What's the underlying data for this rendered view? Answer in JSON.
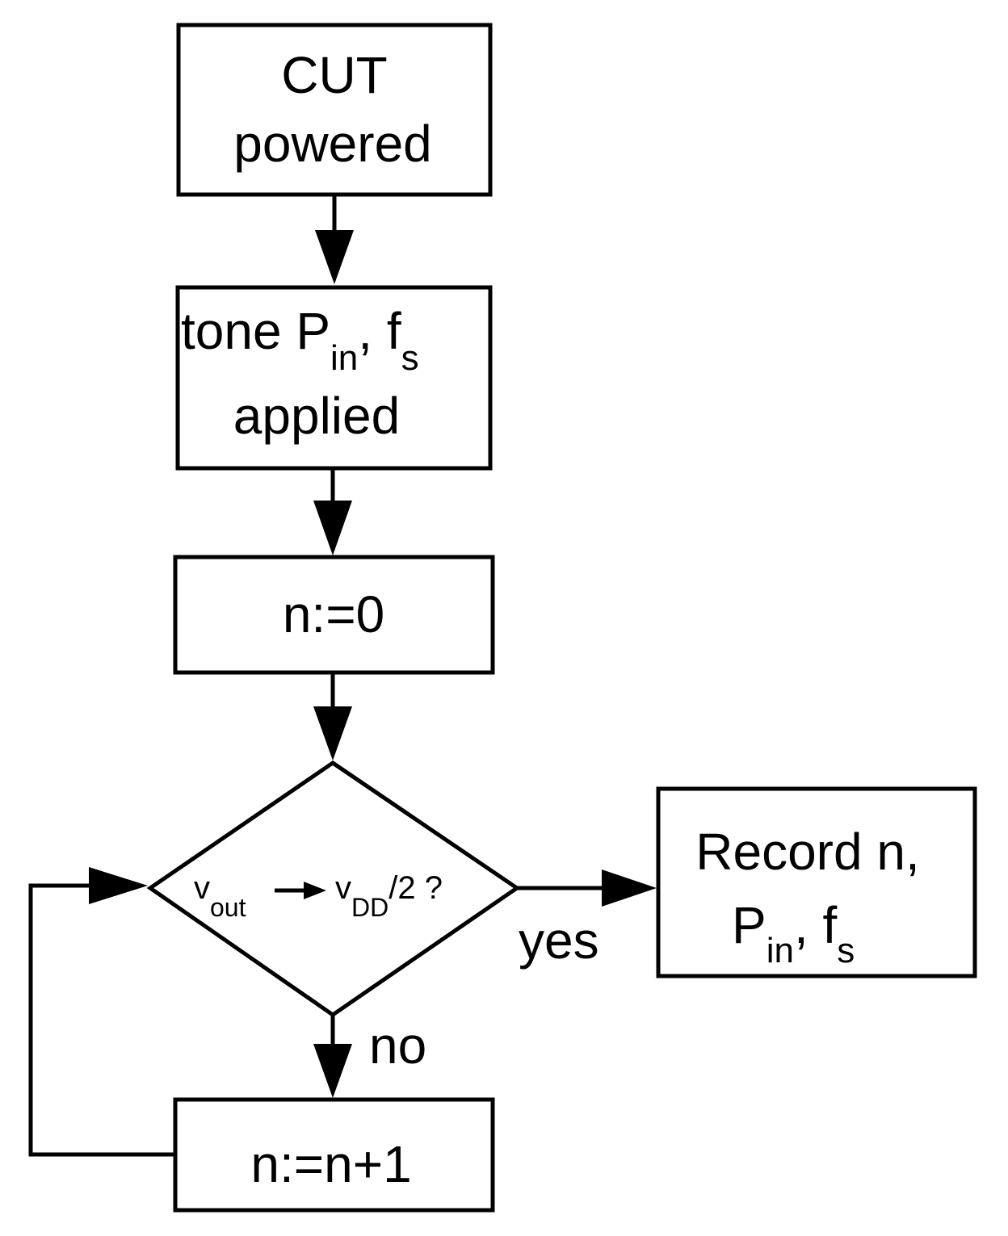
{
  "diagram": {
    "box_cut": {
      "line1": "CUT",
      "line2": "powered"
    },
    "box_tone": {
      "line1_prefix": "tone P",
      "line1_sub1": "in",
      "line1_mid": ", f",
      "line1_sub2": "s",
      "line2": "applied"
    },
    "box_init": {
      "text": "n:=0"
    },
    "decision": {
      "v1": "v",
      "v1_sub": "out",
      "v2": "v",
      "v2_sub": "DD",
      "suffix": "/2 ?"
    },
    "branch_yes": "yes",
    "branch_no": "no",
    "box_record": {
      "line1": "Record n,",
      "line2_p": "P",
      "line2_sub1": "in",
      "line2_mid": ", f",
      "line2_sub2": "s"
    },
    "box_increment": {
      "text": "n:=n+1"
    }
  }
}
